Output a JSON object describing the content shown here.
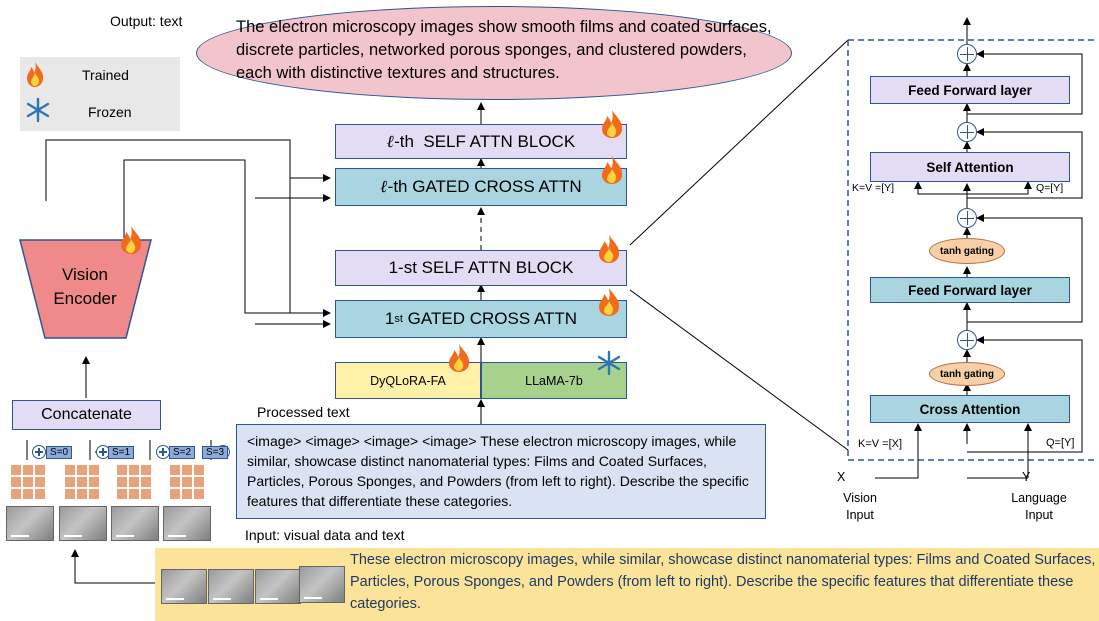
{
  "output_label": "Output: text",
  "output_text": "The electron microscopy images show smooth films and coated surfaces, discrete particles, networked porous sponges, and clustered powders, each with distinctive textures and structures.",
  "legend": {
    "trained": "Trained",
    "frozen": "Frozen"
  },
  "vision_encoder": "Vision Encoder",
  "concatenate": "Concatenate",
  "scales": [
    "S=0",
    "S=1",
    "S=2",
    "S=3"
  ],
  "main_blocks": {
    "lth_self_attn_prefix": "ℓ",
    "lth_self_attn": "-th  SELF ATTN BLOCK",
    "lth_gated_prefix": "ℓ",
    "lth_gated": "-th GATED CROSS ATTN",
    "first_self_attn": "1-st SELF ATTN BLOCK",
    "first_gated_a": "1",
    "first_gated_sup": "st",
    "first_gated_b": " GATED CROSS ATTN"
  },
  "dyqlora": "DyQLoRA-FA",
  "llama": "LLaMA-7b",
  "processed_label": "Processed text",
  "processed_text": "<image> <image> <image> <image>  These electron microscopy images, while similar, showcase distinct nanomaterial types: Films and Coated Surfaces, Particles, Porous Sponges, and Powders (from left to right). Describe the specific features that differentiate these categories.",
  "input_label": "Input: visual data and text",
  "input_text": "These electron microscopy images, while similar, showcase distinct nanomaterial types: Films and Coated Surfaces, Particles, Porous Sponges, and Powders (from left to right). Describe the specific features that differentiate these categories.",
  "detail": {
    "ffn_top": "Feed Forward layer",
    "self_attention": "Self Attention",
    "kv_y": "K=V =[Y]",
    "q_y": "Q=[Y]",
    "tanh_gating_1": "tanh gating",
    "ffn_mid": "Feed Forward layer",
    "tanh_gating_2": "tanh gating",
    "cross_attention": "Cross Attention",
    "kv_x": "K=V =[X]",
    "q_y2": "Q=[Y]",
    "x": "X",
    "vision_input": "Vision Input",
    "y": "Y",
    "language_input": "Language Input"
  },
  "colors": {
    "trained": "#f26b1d",
    "frozen": "#2e75b6",
    "purple_block": "#e4dcf5",
    "teal_block": "#a9d5e0",
    "output_fill": "#f2c4cc",
    "input_fill": "#fbe49a"
  },
  "icons": [
    "fire-icon",
    "snowflake-icon"
  ]
}
